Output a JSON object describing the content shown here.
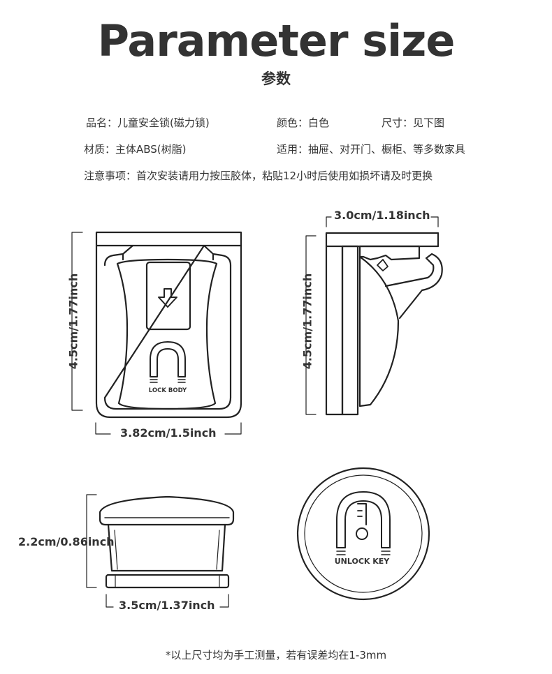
{
  "header": {
    "title": "Parameter size",
    "subtitle": "参数"
  },
  "specs": {
    "name": "品名：儿童安全锁(磁力锁)",
    "color": "颜色：白色",
    "size": "尺寸：见下图",
    "material": "材质：主体ABS(树脂)",
    "usage": "适用：抽屉、对开门、橱柜、等多数家具",
    "notice": "注意事项：首次安装请用力按压胶体，粘贴12小时后使用如损坏请及时更换"
  },
  "dimensions": {
    "front_height": "4.5cm/1.77inch",
    "front_width": "3.82cm/1.5inch",
    "side_top": "3.0cm/1.18inch",
    "side_height": "4.5cm/1.77inch",
    "base_height": "2.2cm/0.86inch",
    "base_width": "3.5cm/1.37inch"
  },
  "labels": {
    "lock_body": "LOCK BODY",
    "unlock_key": "UNLOCK KEY"
  },
  "icons": {
    "arrow": "down-arrow-icon",
    "magnet": "magnet-icon",
    "key": "key-icon"
  },
  "footnote": "*以上尺寸均为手工测量，若有误差均在1-3mm"
}
